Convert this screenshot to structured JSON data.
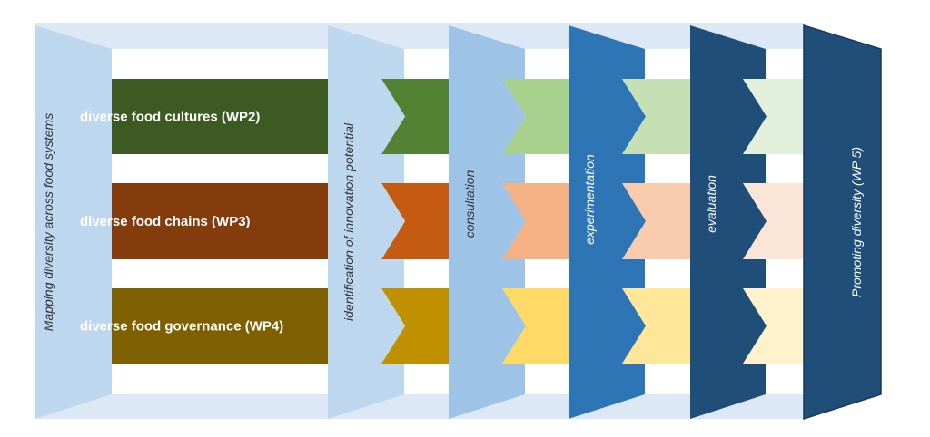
{
  "diagram": {
    "title": "Project workflow: mapping to promoting diversity",
    "background_band_color": "#dce8f5",
    "inner_area_color": "#ffffff",
    "rows": [
      {
        "label": "diverse food cultures (WP2)",
        "colors": [
          "#3d5a22",
          "#548235",
          "#a9d18e",
          "#c5e0b4",
          "#e2efda"
        ]
      },
      {
        "label": "diverse food chains (WP3)",
        "colors": [
          "#843c0c",
          "#c55a11",
          "#f4b183",
          "#f8cbad",
          "#fbe5d6"
        ]
      },
      {
        "label": "diverse food governance (WP4)",
        "colors": [
          "#7f6000",
          "#bf9000",
          "#ffd966",
          "#ffe699",
          "#fff2cc"
        ]
      }
    ],
    "phases": [
      {
        "label": "Mapping diversity across food systems",
        "fill": "#bdd7ee",
        "text_color": "#333333"
      },
      {
        "label": "identification of innovation potential",
        "fill": "#bdd7ee",
        "text_color": "#333333"
      },
      {
        "label": "consultation",
        "fill": "#9dc3e6",
        "text_color": "#333333"
      },
      {
        "label": "experimentation",
        "fill": "#2e75b6",
        "text_color": "#ffffff"
      },
      {
        "label": "evaluation",
        "fill": "#1f4e79",
        "text_color": "#ffffff"
      },
      {
        "label": "Promoting diversity (WP 5)",
        "fill": "#1f4e79",
        "text_color": "#ffffff"
      }
    ]
  }
}
